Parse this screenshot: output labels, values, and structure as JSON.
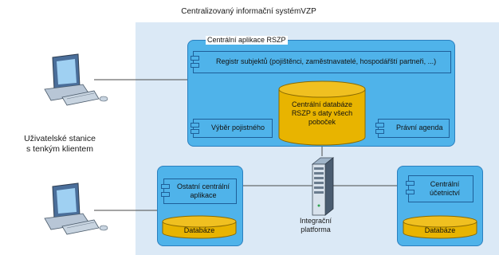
{
  "title": "Centralizovaný informační systémVZP",
  "central_app": {
    "title": "Centrální aplikace RSZP",
    "registry": "Registr subjektů (pojištěnci, zaměstnavatelé, hospodářští partneři, ...)",
    "database_lines": [
      "Centrální databáze",
      "RSZP s daty všech",
      "poboček"
    ],
    "payer_selection": "Výběr pojistného",
    "legal_agenda": "Právní agenda"
  },
  "other_apps": {
    "label_lines": [
      "Ostatní centrální",
      "aplikace"
    ],
    "database": "Databáze"
  },
  "accounting": {
    "label_lines": [
      "Centrální",
      "účetnictví"
    ],
    "database": "Databáze"
  },
  "platform_lines": [
    "Integrační",
    "platforma"
  ],
  "stations_lines": [
    "Uživatelské stanice",
    "s tenkým klientem"
  ],
  "colors": {
    "system_bg": "#dbe9f6",
    "box_blue": "#4fb3ea",
    "database_gold": "#e8b400",
    "connector": "#4a4a4a"
  }
}
